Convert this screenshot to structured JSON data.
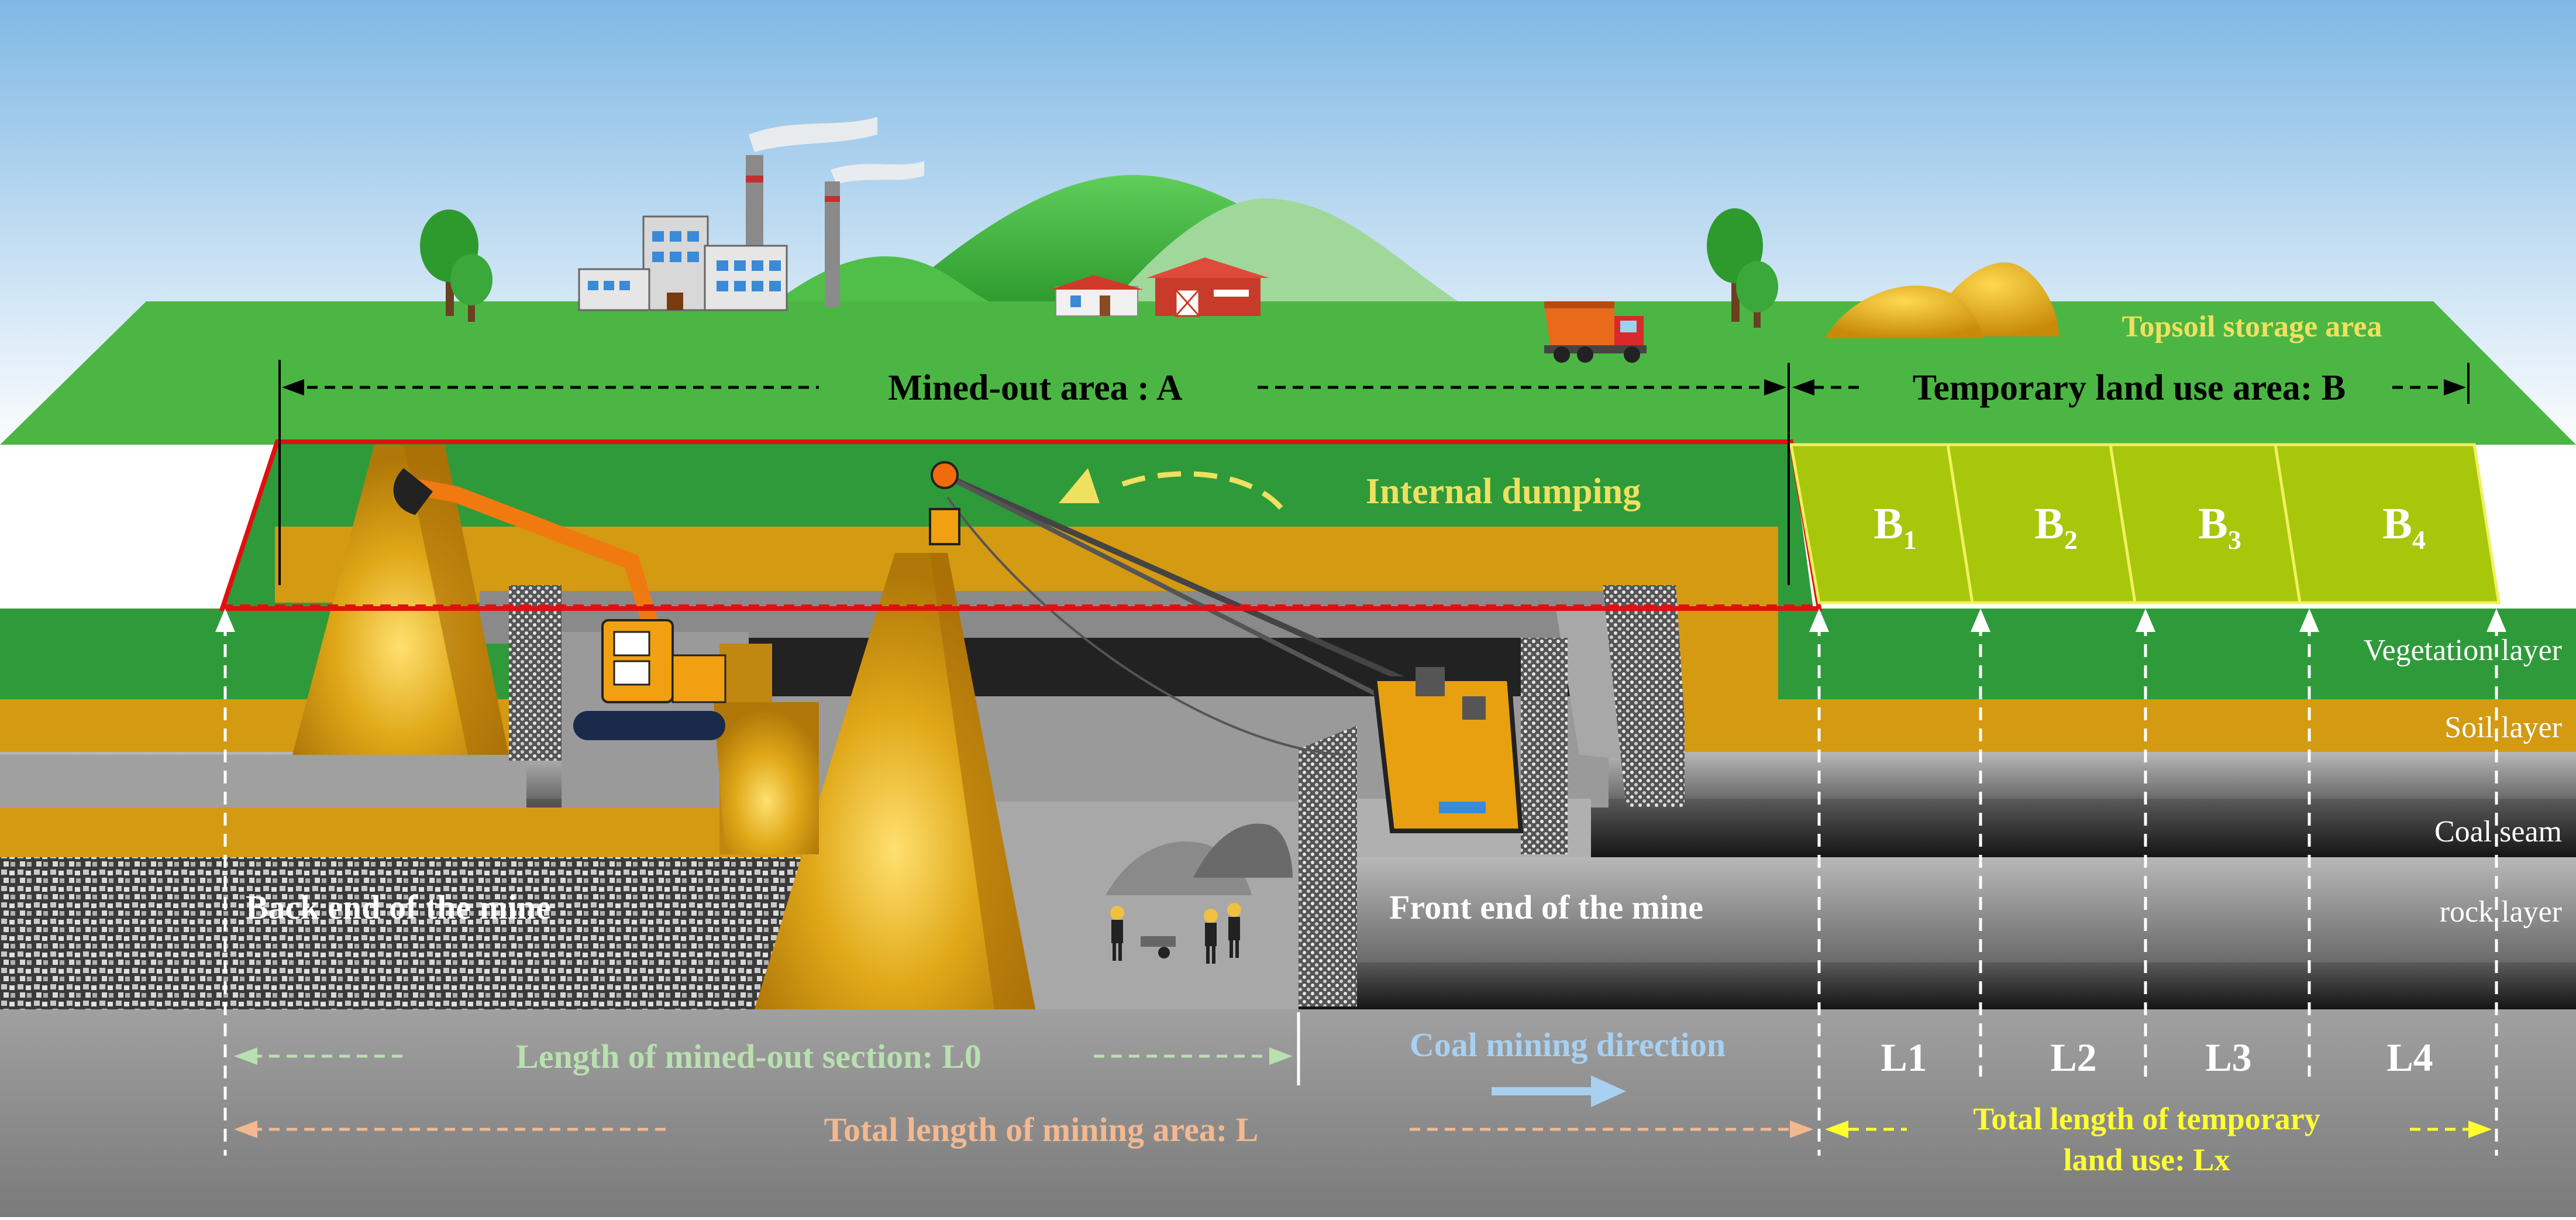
{
  "labels": {
    "mined_out_area": "Mined-out area :  A",
    "temporary_land_use_area": "Temporary land use area: B",
    "topsoil_storage_area": "Topsoil storage area",
    "internal_dumping": "Internal dumping",
    "vegetation_layer": "Vegetation layer",
    "soil_layer": "Soil layer",
    "coal_seam": "Coal seam",
    "rock_layer": "rock layer",
    "back_end": "Back end of the mine",
    "front_end": "Front end of the mine",
    "length_mined_out": "Length of mined-out section: L0",
    "coal_mining_direction": "Coal mining direction",
    "total_length_mining": "Total length of mining area: L",
    "total_temp_line1": "Total length of temporary",
    "total_temp_line2": "land use: Lx"
  },
  "plots": [
    {
      "base": "B",
      "sub": "1",
      "length": "L1"
    },
    {
      "base": "B",
      "sub": "2",
      "length": "L2"
    },
    {
      "base": "B",
      "sub": "3",
      "length": "L3"
    },
    {
      "base": "B",
      "sub": "4",
      "length": "L4"
    }
  ],
  "colors": {
    "grass": "#3fae3a",
    "grass_dark": "#2e8b2e",
    "soil": "#d39a12",
    "coal": "#2a2a2a",
    "rock": "#8c8c8c",
    "plot_fill": "#a8c60a",
    "plot_border": "#f0f060",
    "boundary_red": "#e01010",
    "label_yellow": "#f0e060",
    "label_green": "#b8e0b0",
    "label_blue": "#a8d0f0",
    "label_orange": "#f4b890",
    "label_bright_yellow": "#ffff30"
  }
}
